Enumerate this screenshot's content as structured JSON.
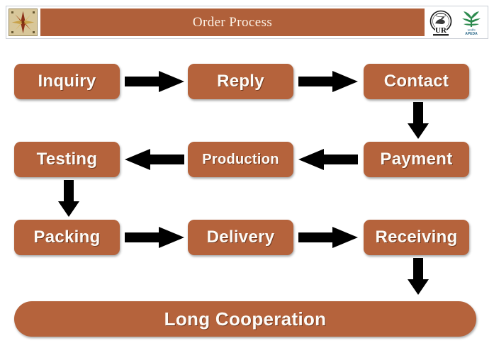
{
  "header": {
    "title": "Order Process",
    "compass_icon": "compass-rose-icon",
    "logos": [
      {
        "name": "ur-logo",
        "text": "UR"
      },
      {
        "name": "apeda-logo",
        "text": "APEDA"
      }
    ]
  },
  "flow": {
    "rows": [
      {
        "boxes": [
          {
            "id": "inquiry",
            "label": "Inquiry"
          },
          {
            "id": "reply",
            "label": "Reply"
          },
          {
            "id": "contact",
            "label": "Contact"
          }
        ]
      },
      {
        "boxes": [
          {
            "id": "testing",
            "label": "Testing"
          },
          {
            "id": "production",
            "label": "Production"
          },
          {
            "id": "payment",
            "label": "Payment"
          }
        ]
      },
      {
        "boxes": [
          {
            "id": "packing",
            "label": "Packing"
          },
          {
            "id": "delivery",
            "label": "Delivery"
          },
          {
            "id": "receiving",
            "label": "Receiving"
          }
        ]
      }
    ],
    "footer_box": {
      "id": "long-cooperation",
      "label": "Long Cooperation"
    },
    "arrows": [
      {
        "id": "inquiry-reply",
        "from": "Inquiry",
        "to": "Reply",
        "direction": "right"
      },
      {
        "id": "reply-contact",
        "from": "Reply",
        "to": "Contact",
        "direction": "right"
      },
      {
        "id": "contact-payment",
        "from": "Contact",
        "to": "Payment",
        "direction": "down"
      },
      {
        "id": "payment-production",
        "from": "Payment",
        "to": "Production",
        "direction": "left"
      },
      {
        "id": "production-testing",
        "from": "Production",
        "to": "Testing",
        "direction": "left"
      },
      {
        "id": "testing-packing",
        "from": "Testing",
        "to": "Packing",
        "direction": "down"
      },
      {
        "id": "packing-delivery",
        "from": "Packing",
        "to": "Delivery",
        "direction": "right"
      },
      {
        "id": "delivery-receiving",
        "from": "Delivery",
        "to": "Receiving",
        "direction": "right"
      },
      {
        "id": "receiving-long-cooperation",
        "from": "Receiving",
        "to": "Long Cooperation",
        "direction": "down"
      }
    ]
  },
  "colors": {
    "box_fill": "#b5633c",
    "title_bar": "#b0603a",
    "box_text": "#fdfbf7",
    "arrow": "#000000",
    "apeda_green": "#2e8b4f",
    "compass_badge": "#d8c79a"
  }
}
